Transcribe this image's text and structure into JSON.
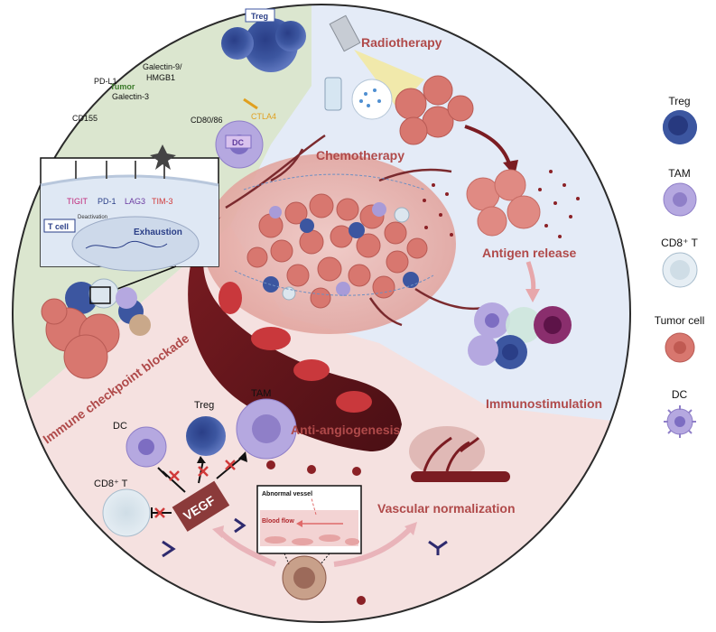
{
  "sections": {
    "checkpoint": "Immune checkpoint blockade",
    "radiotherapy": "Radiotherapy",
    "chemotherapy": "Chemotherapy",
    "antigen_release": "Antigen release",
    "immunostimulation": "Immunostimulation",
    "anti_angiogenesis": "Anti-angiogenesis",
    "vascular_normalization": "Vascular normalization"
  },
  "checkpoint_panel": {
    "treg": "Treg",
    "ctla4": "CTLA4",
    "cd80": "CD80/86",
    "dc": "DC",
    "tumor": "Tumor",
    "cd155": "CD155",
    "pdl1": "PD-L1",
    "galectin3": "Galectin-3",
    "galectin9": "Galectin-9/",
    "hmgb1": "HMGB1",
    "tigit": "TIGIT",
    "pd1": "PD-1",
    "lag3": "LAG3",
    "tim3": "TIM-3",
    "tcell": "T cell",
    "deactivation": "Deactivation",
    "exhaustion": "Exhaustion"
  },
  "vegf_panel": {
    "dc": "DC",
    "treg": "Treg",
    "tam": "TAM",
    "cd8": "CD8⁺ T",
    "vegf": "VEGF",
    "abnormal_vessel": "Abnormal vessel",
    "blood_flow": "Blood flow"
  },
  "legend": {
    "treg": "Treg",
    "tam": "TAM",
    "cd8": "CD8⁺ T",
    "tumor": "Tumor cell",
    "dc": "DC"
  },
  "colors": {
    "green_bg": "#dbe6cf",
    "blue_bg": "#e4ebf7",
    "pink_bg": "#f5e1e0",
    "section_title": "#b04a4a",
    "treg": "#3c56a0",
    "tam": "#a89bd8",
    "tumor": "#d8776f",
    "vessel": "#6b1a1e"
  }
}
